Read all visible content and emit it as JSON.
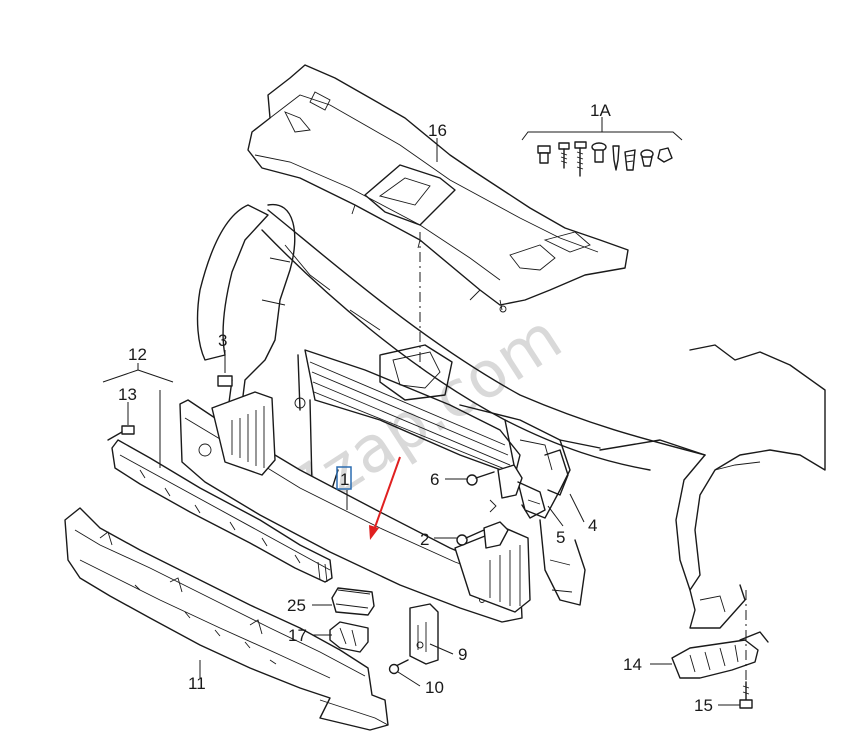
{
  "watermark": "7zap.com",
  "labels": {
    "l1": "1",
    "l1a": "1A",
    "l2": "2",
    "l3": "3",
    "l4": "4",
    "l5": "5",
    "l6": "6",
    "l9": "9",
    "l10": "10",
    "l11": "11",
    "l12": "12",
    "l13": "13",
    "l14": "14",
    "l15": "15",
    "l16": "16",
    "l17": "17",
    "l25": "25"
  },
  "colors": {
    "highlight_box": "#2b6cb0",
    "arrow": "#e02020",
    "line": "#1a1a1a"
  }
}
